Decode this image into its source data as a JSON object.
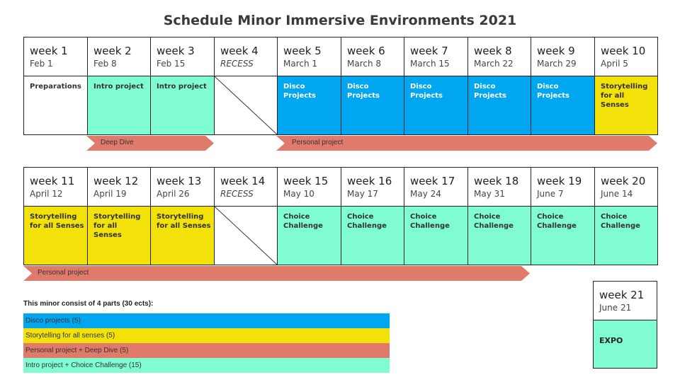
{
  "title": "Schedule Minor Immersive Environments 2021",
  "rows": [
    {
      "weeks": [
        {
          "week": "week 1",
          "date": "Feb 1",
          "label": "Preparations",
          "color": "#ffffff",
          "recess": false
        },
        {
          "week": "week 2",
          "date": "Feb 8",
          "label": "Intro project",
          "color": "#7ffcd2",
          "recess": false
        },
        {
          "week": "week 3",
          "date": "Feb 15",
          "label": "Intro project",
          "color": "#7ffcd2",
          "recess": false
        },
        {
          "week": "week 4",
          "date": "RECESS",
          "label": "",
          "color": "#ffffff",
          "recess": true
        },
        {
          "week": "week 5",
          "date": "March 1",
          "label": "Disco Projects",
          "color": "#00a7f0",
          "recess": false
        },
        {
          "week": "week 6",
          "date": "March 8",
          "label": "Disco Projects",
          "color": "#00a7f0",
          "recess": false
        },
        {
          "week": "week 7",
          "date": "March 15",
          "label": "Disco Projects",
          "color": "#00a7f0",
          "recess": false
        },
        {
          "week": "week 8",
          "date": "March 22",
          "label": "Disco Projects",
          "color": "#00a7f0",
          "recess": false
        },
        {
          "week": "week 9",
          "date": "March 29",
          "label": "Disco Projects",
          "color": "#00a7f0",
          "recess": false
        },
        {
          "week": "week 10",
          "date": "April 5",
          "label": "Storytelling for all Senses",
          "color": "#f3e10a",
          "recess": false
        }
      ],
      "arrows": [
        {
          "label": "Deep Dive",
          "color": "#e07b6c"
        },
        {
          "label": "Personal project",
          "color": "#e07b6c"
        }
      ]
    },
    {
      "weeks": [
        {
          "week": "week 11",
          "date": "April 12",
          "label": "Storytelling for all Senses",
          "color": "#f3e10a",
          "recess": false
        },
        {
          "week": "week 12",
          "date": "April 19",
          "label": "Storytelling for all Senses",
          "color": "#f3e10a",
          "recess": false
        },
        {
          "week": "week 13",
          "date": "April 26",
          "label": "Storytelling for all Senses",
          "color": "#f3e10a",
          "recess": false
        },
        {
          "week": "week 14",
          "date": "RECESS",
          "label": "",
          "color": "#ffffff",
          "recess": true
        },
        {
          "week": "week 15",
          "date": "May 10",
          "label": "Choice Challenge",
          "color": "#7ffcd2",
          "recess": false
        },
        {
          "week": "week 16",
          "date": "May 17",
          "label": "Choice Challenge",
          "color": "#7ffcd2",
          "recess": false
        },
        {
          "week": "week 17",
          "date": "May 24",
          "label": "Choice Challenge",
          "color": "#7ffcd2",
          "recess": false
        },
        {
          "week": "week 18",
          "date": "May 31",
          "label": "Choice Challenge",
          "color": "#7ffcd2",
          "recess": false
        },
        {
          "week": "week 19",
          "date": "June 7",
          "label": "Choice Challenge",
          "color": "#7ffcd2",
          "recess": false
        },
        {
          "week": "week 20",
          "date": "June 14",
          "label": "Choice Challenge",
          "color": "#7ffcd2",
          "recess": false
        }
      ],
      "arrows": [
        {
          "label": "Personal project",
          "color": "#e07b6c"
        }
      ]
    }
  ],
  "expo": {
    "week": "week 21",
    "date": "June 21",
    "label": "EXPO",
    "color": "#7ffcd2"
  },
  "legend": {
    "title": "This minor consist of 4 parts (30 ects):",
    "items": [
      {
        "label": "Disco projects (5)",
        "color": "#00a7f0"
      },
      {
        "label": "Storytelling for all senses (5)",
        "color": "#f3e10a"
      },
      {
        "label": "Personal project + Deep Dive (5)",
        "color": "#e07b6c"
      },
      {
        "label": "Intro project + Choice Challenge (15)",
        "color": "#7ffcd2"
      }
    ]
  }
}
